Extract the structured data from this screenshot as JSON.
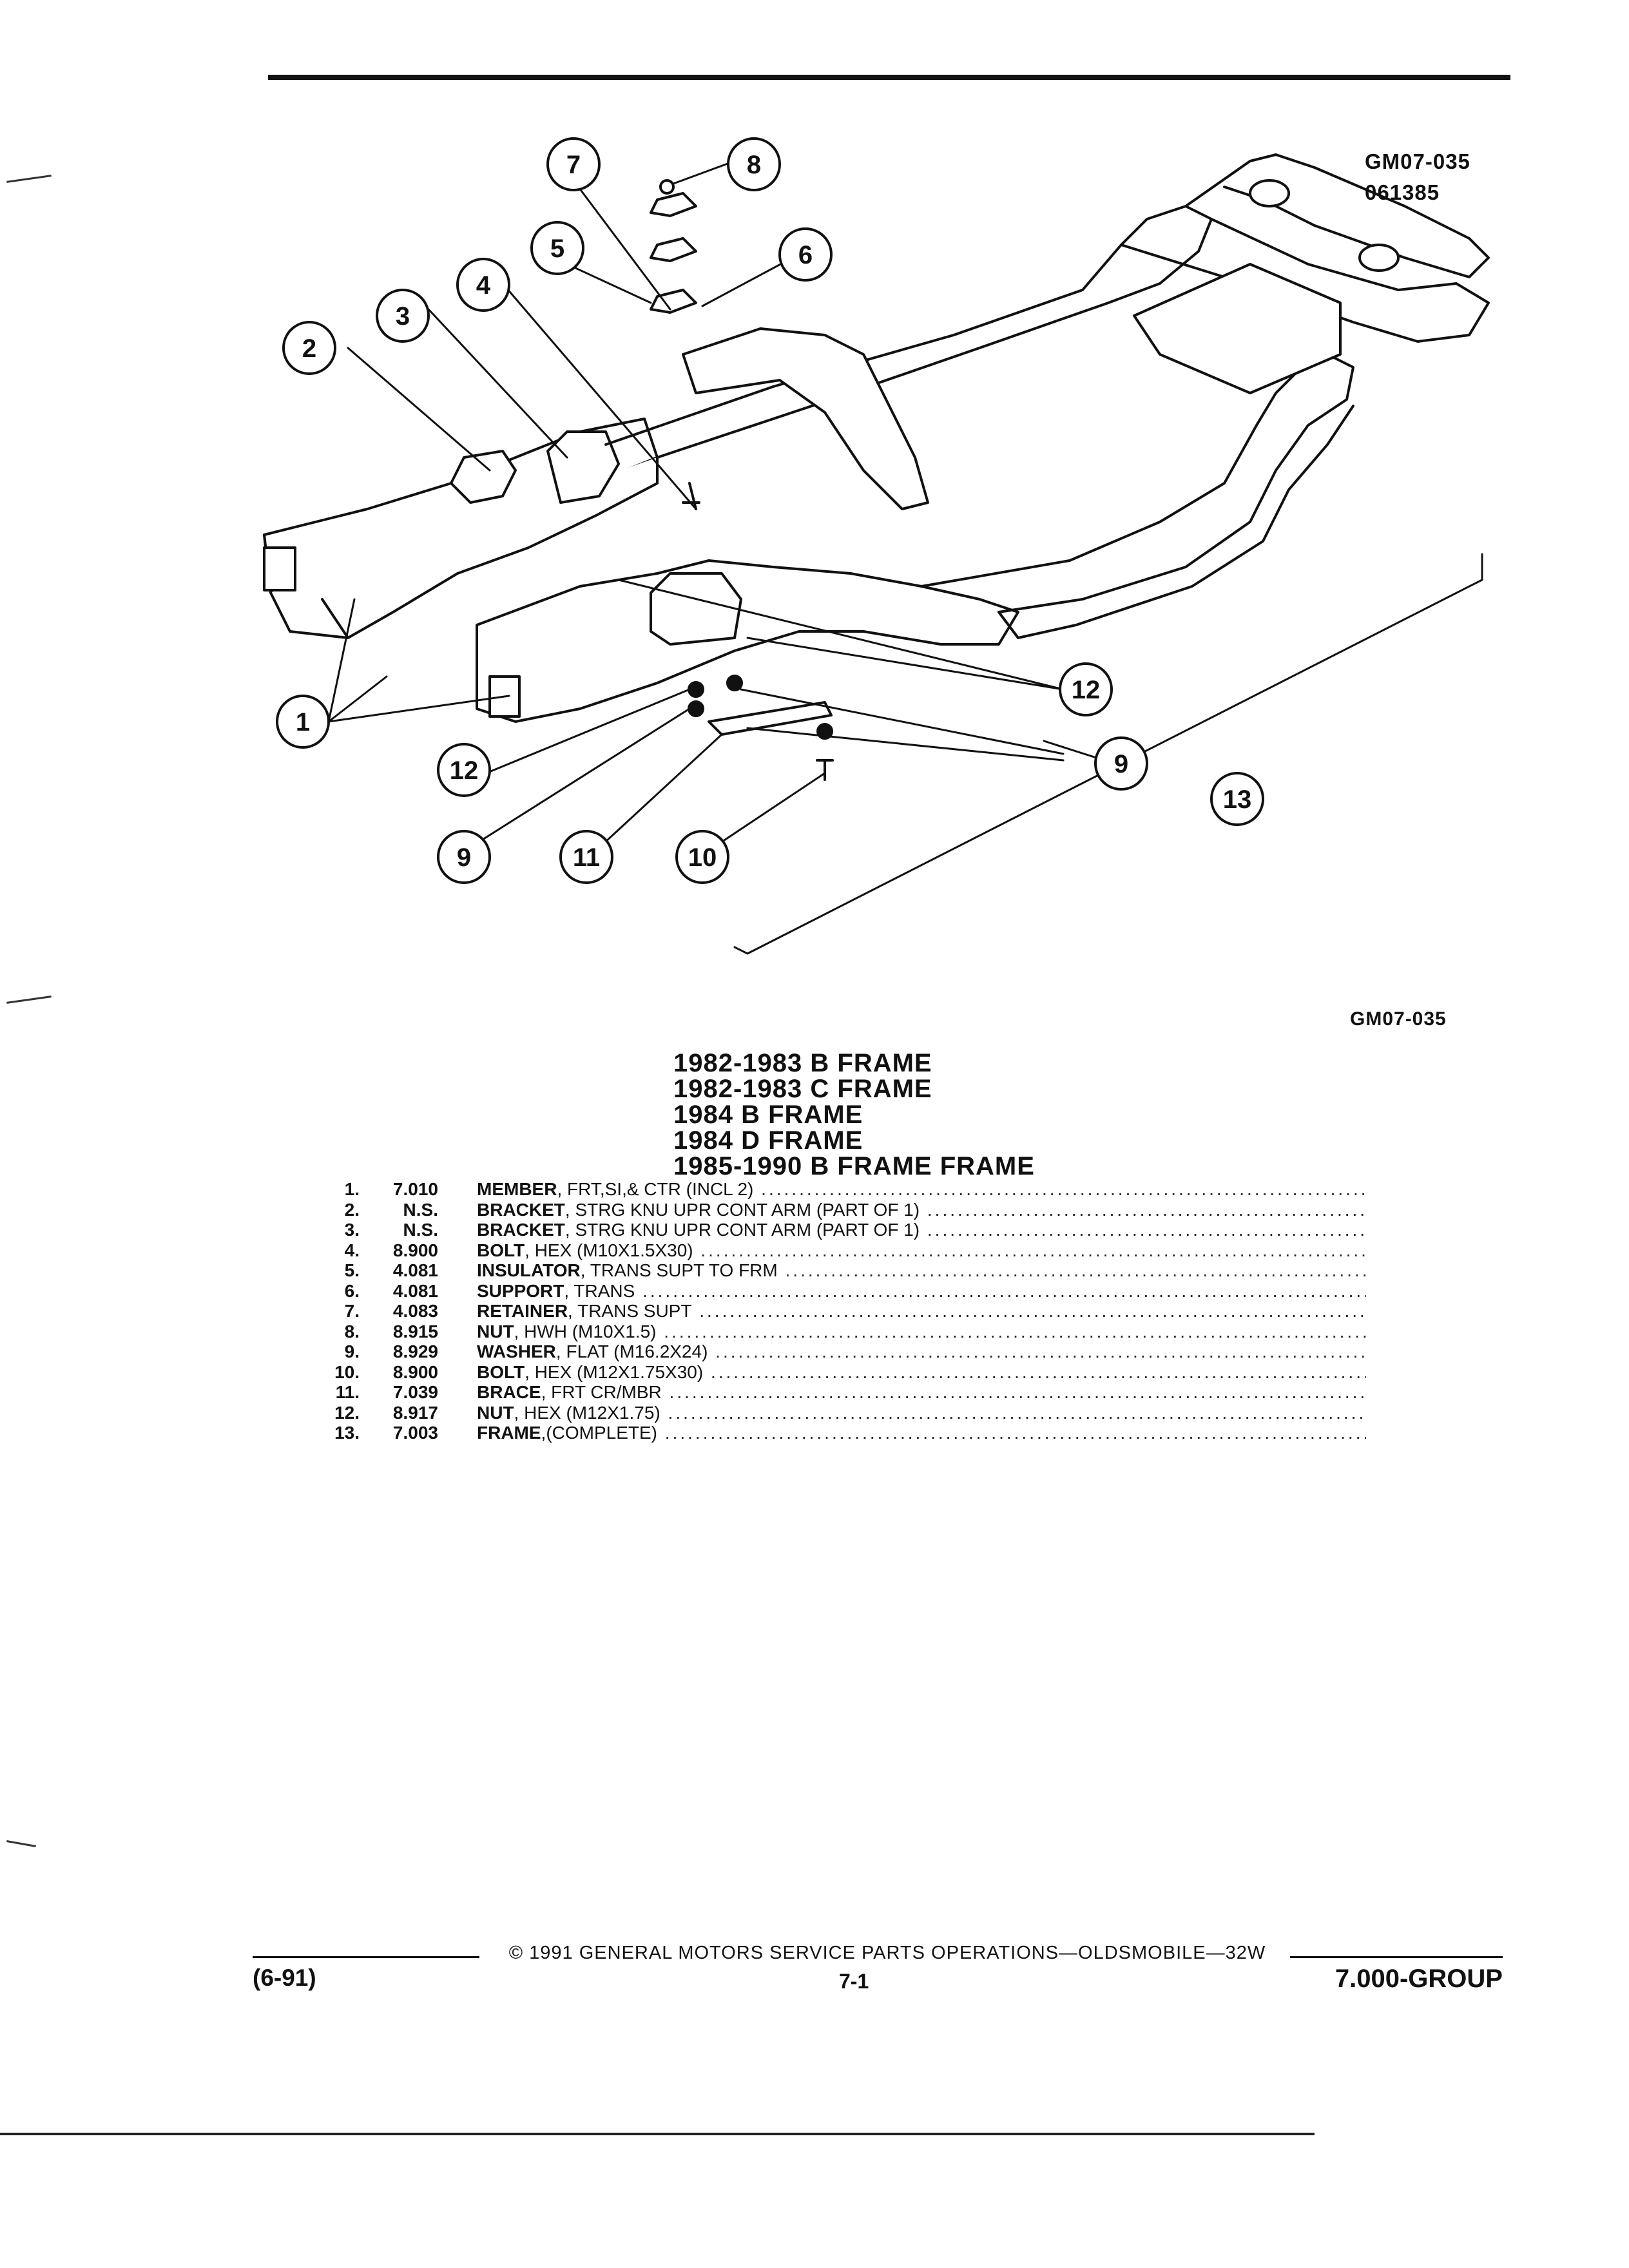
{
  "header": {
    "ref_code": "GM07-035",
    "date_code": "061385"
  },
  "figure": {
    "caption_code": "GM07-035",
    "callouts": [
      "1",
      "2",
      "3",
      "4",
      "5",
      "6",
      "7",
      "8",
      "9",
      "10",
      "11",
      "12",
      "13"
    ],
    "callout_labels": [
      "7",
      "8",
      "5",
      "6",
      "4",
      "3",
      "2",
      "1",
      "12",
      "12",
      "9",
      "9",
      "11",
      "10",
      "13"
    ]
  },
  "titles": [
    "1982-1983 B FRAME",
    "1982-1983 C FRAME",
    "1984 B FRAME",
    "1984 D FRAME",
    "1985-1990 B FRAME FRAME"
  ],
  "parts": [
    {
      "num": "1.",
      "code": "7.010",
      "name": "MEMBER",
      "detail": ", FRT,SI,& CTR (INCL 2)"
    },
    {
      "num": "2.",
      "code": "N.S.",
      "name": "BRACKET",
      "detail": ", STRG KNU UPR CONT ARM (PART OF 1)"
    },
    {
      "num": "3.",
      "code": "N.S.",
      "name": "BRACKET",
      "detail": ", STRG KNU UPR CONT ARM (PART OF 1)"
    },
    {
      "num": "4.",
      "code": "8.900",
      "name": "BOLT",
      "detail": ", HEX (M10X1.5X30)"
    },
    {
      "num": "5.",
      "code": "4.081",
      "name": "INSULATOR",
      "detail": ", TRANS SUPT TO FRM"
    },
    {
      "num": "6.",
      "code": "4.081",
      "name": "SUPPORT",
      "detail": ", TRANS"
    },
    {
      "num": "7.",
      "code": "4.083",
      "name": "RETAINER",
      "detail": ", TRANS SUPT"
    },
    {
      "num": "8.",
      "code": "8.915",
      "name": "NUT",
      "detail": ", HWH (M10X1.5)"
    },
    {
      "num": "9.",
      "code": "8.929",
      "name": "WASHER",
      "detail": ", FLAT (M16.2X24)"
    },
    {
      "num": "10.",
      "code": "8.900",
      "name": "BOLT",
      "detail": ", HEX (M12X1.75X30)"
    },
    {
      "num": "11.",
      "code": "7.039",
      "name": "BRACE",
      "detail": ", FRT CR/MBR"
    },
    {
      "num": "12.",
      "code": "8.917",
      "name": "NUT",
      "detail": ", HEX (M12X1.75)"
    },
    {
      "num": "13.",
      "code": "7.003",
      "name": "FRAME",
      "detail": ",(COMPLETE)"
    }
  ],
  "footer": {
    "copyright": "© 1991 GENERAL MOTORS SERVICE PARTS OPERATIONS—OLDSMOBILE—32W",
    "revision_date": "(6-91)",
    "page_number": "7-1",
    "group": "7.000-GROUP"
  }
}
